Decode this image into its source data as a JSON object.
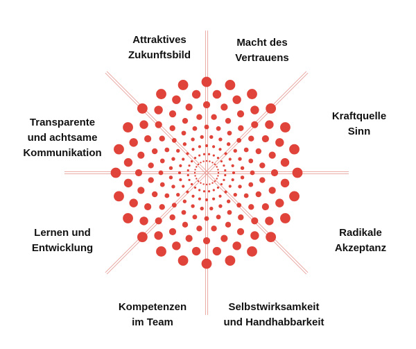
{
  "colors": {
    "dot": "#E0433A",
    "ray": "#E8A09A",
    "text": "#111111"
  },
  "labels": {
    "attractive_future": {
      "line1": "Attraktives",
      "line2": "Zukunftsbild"
    },
    "power_of_trust": {
      "line1": "Macht des",
      "line2": "Vertrauens"
    },
    "source_of_meaning": {
      "line1": "Kraftquelle",
      "line2": "Sinn"
    },
    "radical_acceptance": {
      "line1": "Radikale",
      "line2": "Akzeptanz"
    },
    "self_efficacy": {
      "line1": "Selbstwirksamkeit",
      "line2": "und Handhabbarkeit"
    },
    "team_competence": {
      "line1": "Kompetenzen",
      "line2": "im Team"
    },
    "learning_development": {
      "line1": "Lernen und",
      "line2": "Entwicklung"
    },
    "transparent_communication": {
      "line1": "Transparente",
      "line2": "und achtsame",
      "line3": "Kommunikation"
    }
  }
}
